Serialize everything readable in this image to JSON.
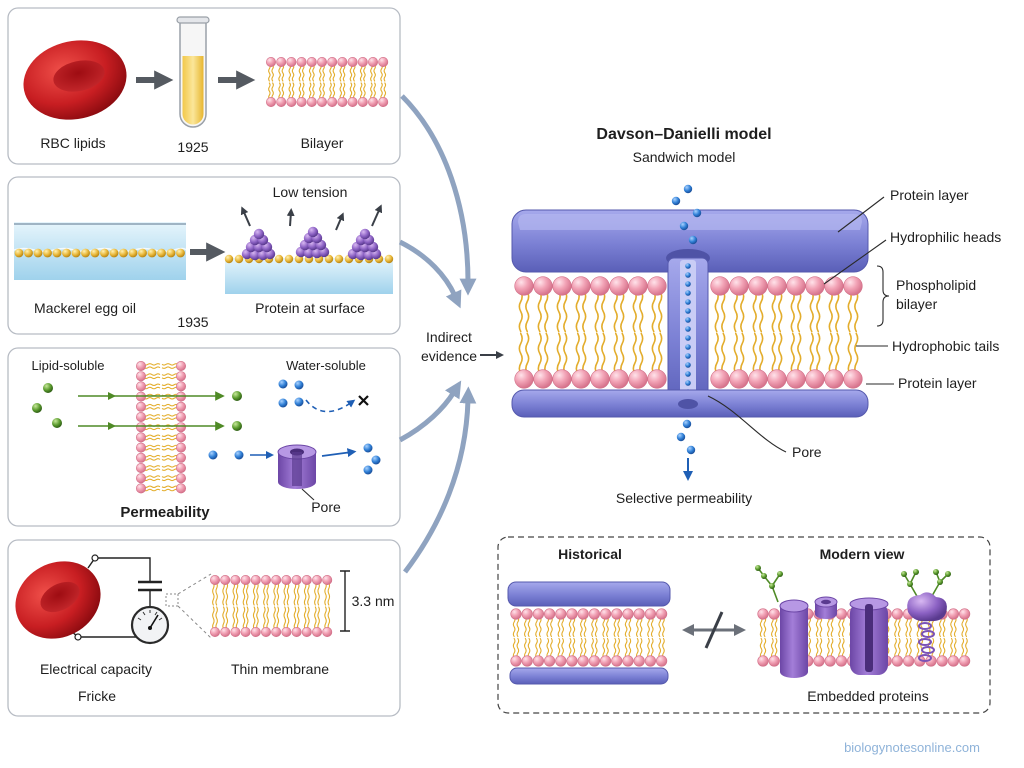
{
  "panels": {
    "rbc": {
      "rbc_lipids": "RBC lipids",
      "year": "1925",
      "bilayer": "Bilayer"
    },
    "monolayer": {
      "low_tension": "Low tension",
      "mackerel": "Mackerel egg oil",
      "year": "1935",
      "protein_surface": "Protein at surface"
    },
    "permeability": {
      "lipid_soluble": "Lipid-soluble",
      "water_soluble": "Water-soluble",
      "title": "Permeability",
      "pore": "Pore"
    },
    "capacity": {
      "thickness": "3.3 nm",
      "electrical": "Electrical capacity",
      "thin": "Thin membrane",
      "author": "Fricke"
    }
  },
  "center": {
    "indirect_evidence": [
      "Indirect",
      "evidence"
    ]
  },
  "model": {
    "title": "Davson–Danielli model",
    "subtitle": "Sandwich model",
    "labels": {
      "protein_top": "Protein layer",
      "hydrophilic": "Hydrophilic heads",
      "phospholipid": [
        "Phospholipid",
        "bilayer"
      ],
      "hydrophobic": "Hydrophobic tails",
      "protein_bottom": "Protein layer",
      "pore": "Pore"
    },
    "caption": "Selective permeability"
  },
  "comparison": {
    "historical": "Historical",
    "modern": "Modern view",
    "embedded": "Embedded proteins"
  },
  "watermark": "biologynotesonline.com",
  "colors": {
    "protein": "#7b80d4",
    "protein_violet": "#8c62c4",
    "head": "#f2a3b6",
    "head_stroke": "#d27189",
    "tail": "#e3ad2c",
    "rbc": "#c81e22",
    "water": "#cdebf7",
    "solute_blue": "#2f7fd6",
    "solute_green": "#5b9b2e",
    "arrow": "#8fa3c0"
  }
}
